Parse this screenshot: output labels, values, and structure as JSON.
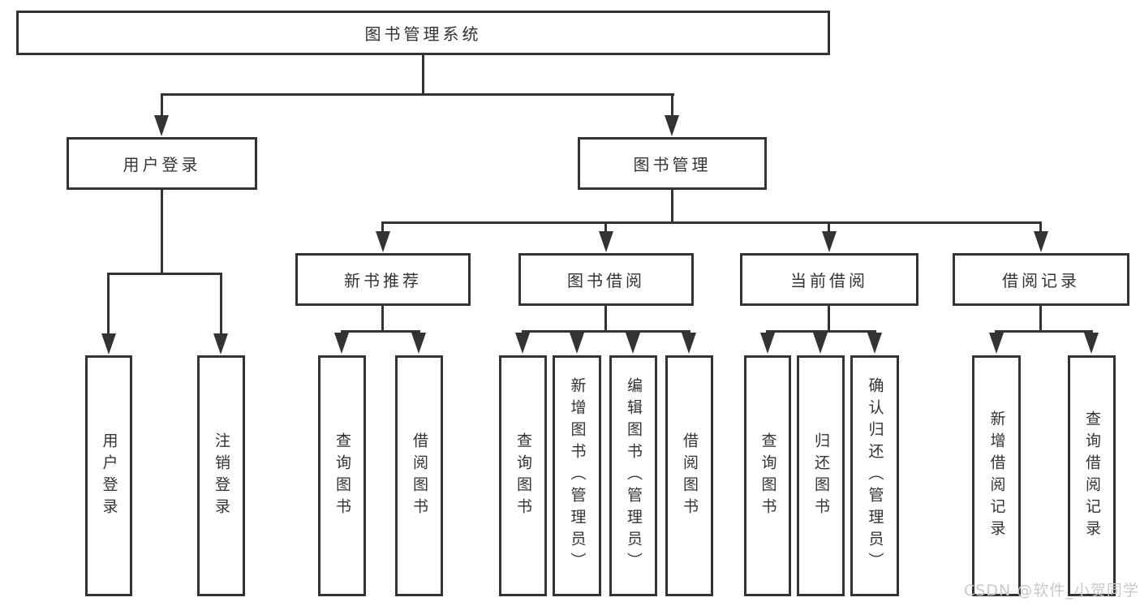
{
  "diagram": {
    "type": "hierarchy-tree",
    "colors": {
      "line": "#333333",
      "box_border": "#333333",
      "box_background": "#ffffff",
      "text": "#333333",
      "page_background": "#ffffff",
      "watermark": "#c9c9c9"
    },
    "watermark": "CSDN @软件_小贺同学",
    "tree": {
      "label": "图书管理系统",
      "children": [
        {
          "label": "用户登录",
          "children": [
            {
              "label": "用户登录"
            },
            {
              "label": "注销登录"
            }
          ]
        },
        {
          "label": "图书管理",
          "children": [
            {
              "label": "新书推荐",
              "children": [
                {
                  "label": "查询图书"
                },
                {
                  "label": "借阅图书"
                }
              ]
            },
            {
              "label": "图书借阅",
              "children": [
                {
                  "label": "查询图书"
                },
                {
                  "label": "新增图书（管理员）"
                },
                {
                  "label": "编辑图书（管理员）"
                },
                {
                  "label": "借阅图书"
                }
              ]
            },
            {
              "label": "当前借阅",
              "children": [
                {
                  "label": "查询图书"
                },
                {
                  "label": "归还图书"
                },
                {
                  "label": "确认归还（管理员）"
                }
              ]
            },
            {
              "label": "借阅记录",
              "children": [
                {
                  "label": "新增借阅记录"
                },
                {
                  "label": "查询借阅记录"
                }
              ]
            }
          ]
        }
      ]
    }
  }
}
